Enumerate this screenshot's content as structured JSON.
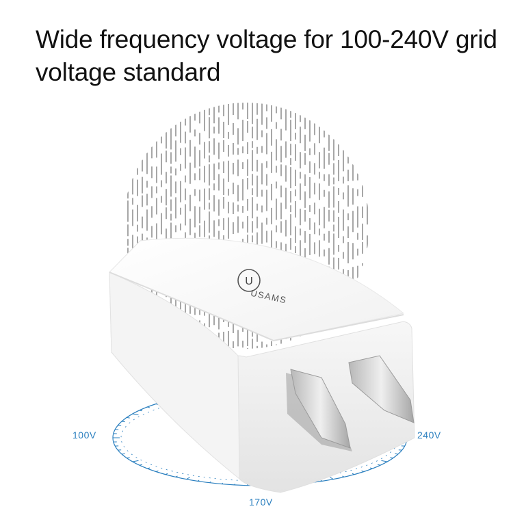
{
  "headline": "Wide frequency voltage for 100-240V grid voltage standard",
  "product": {
    "brand": "USAMS",
    "logo_letter": "U",
    "icon": "wall-charger-icon"
  },
  "voltage_dial": {
    "labels": [
      "100V",
      "170V",
      "240V"
    ],
    "color": "#2a7fbf"
  },
  "globe": {
    "icon": "globe-icon",
    "color": "#8a8a8a"
  }
}
